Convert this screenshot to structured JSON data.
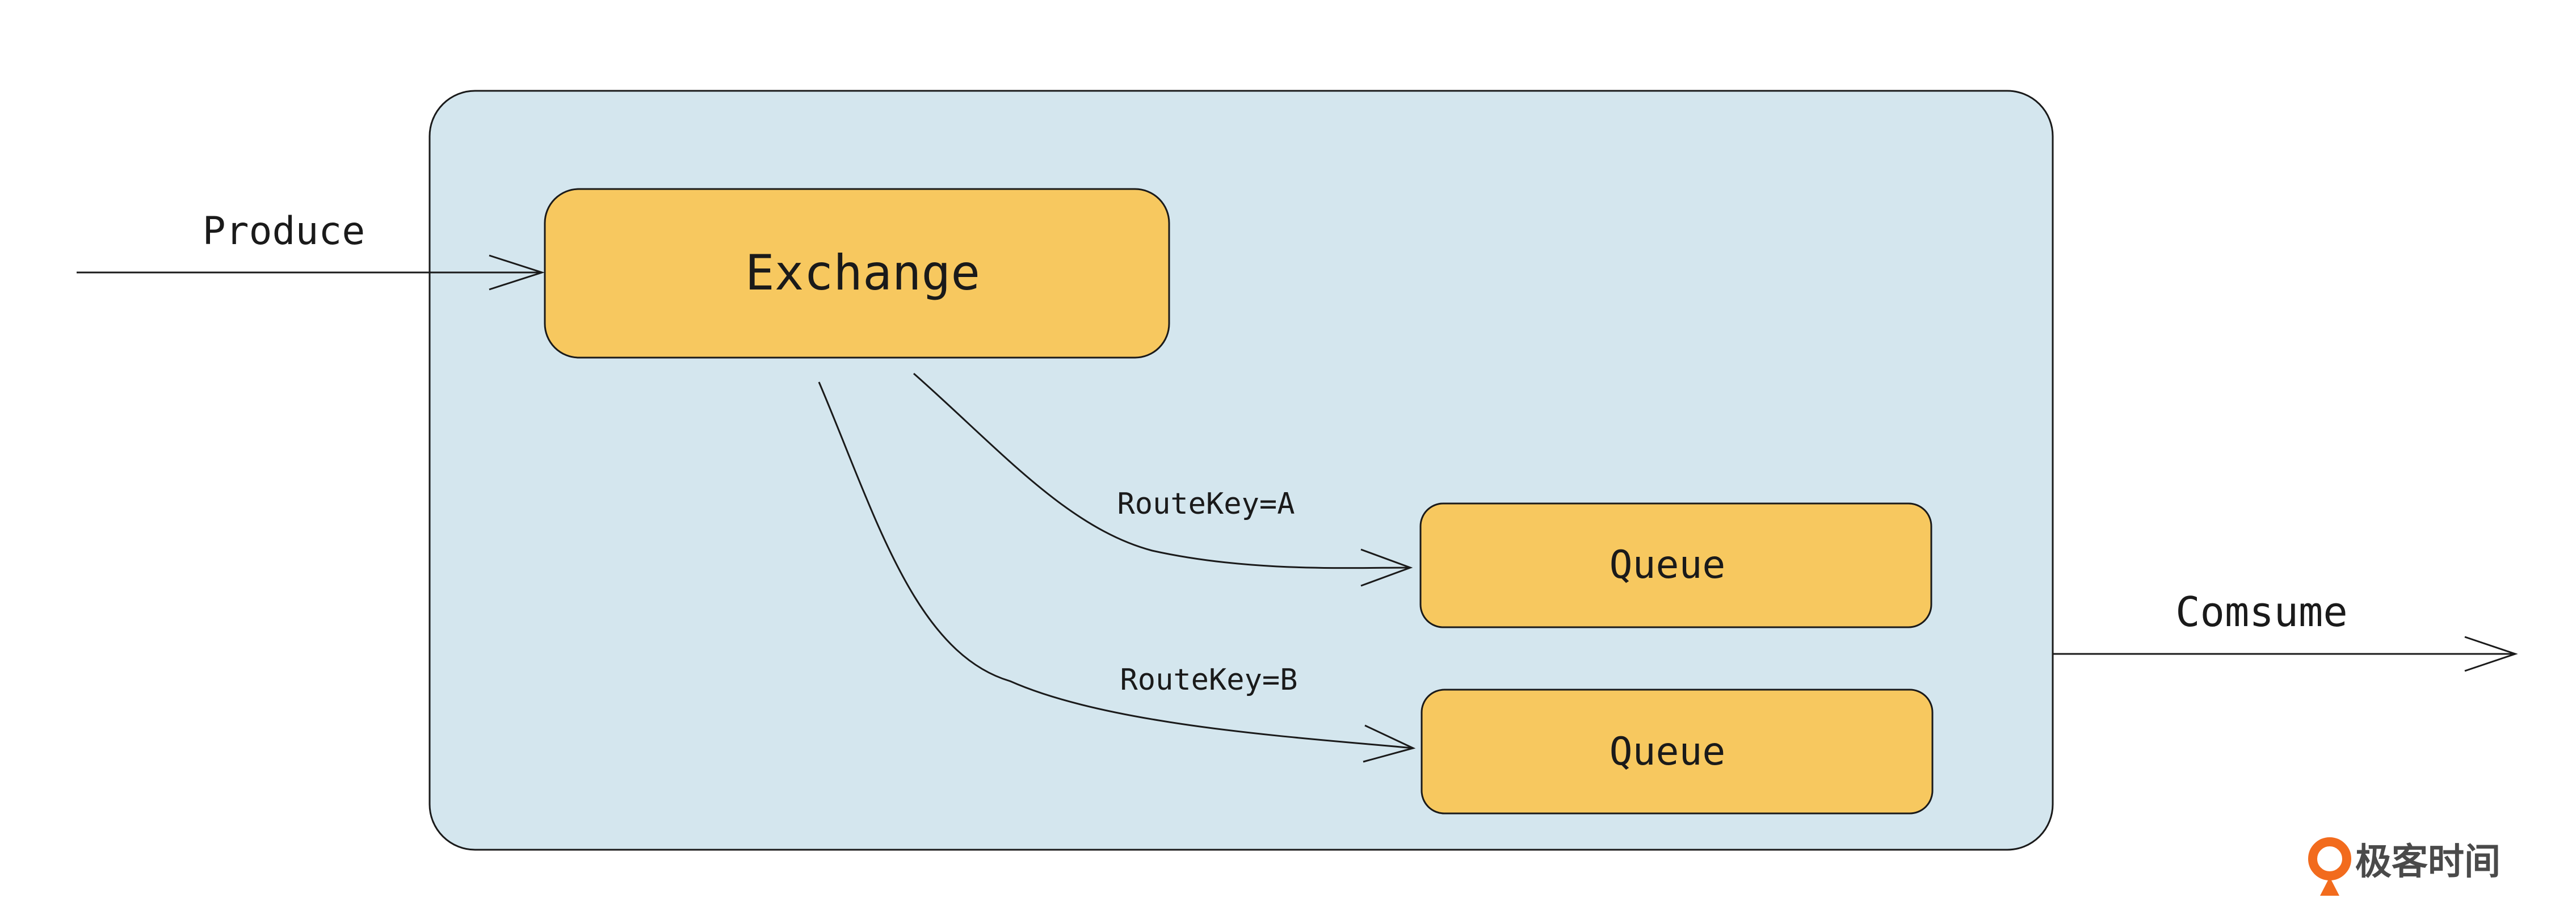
{
  "diagram": {
    "producer_label": "Produce",
    "consumer_label": "Comsume",
    "exchange_label": "Exchange",
    "queues": [
      {
        "label": "Queue",
        "route_label": "RouteKey=A"
      },
      {
        "label": "Queue",
        "route_label": "RouteKey=B"
      }
    ]
  },
  "branding": {
    "logo_text": "极客时间",
    "logo_icon": "geektime-logo-icon"
  },
  "colors": {
    "broker_fill": "#D4E6EE",
    "node_fill": "#F7C85F",
    "stroke": "#1a1a1a",
    "logo_orange": "#F26B1D"
  }
}
